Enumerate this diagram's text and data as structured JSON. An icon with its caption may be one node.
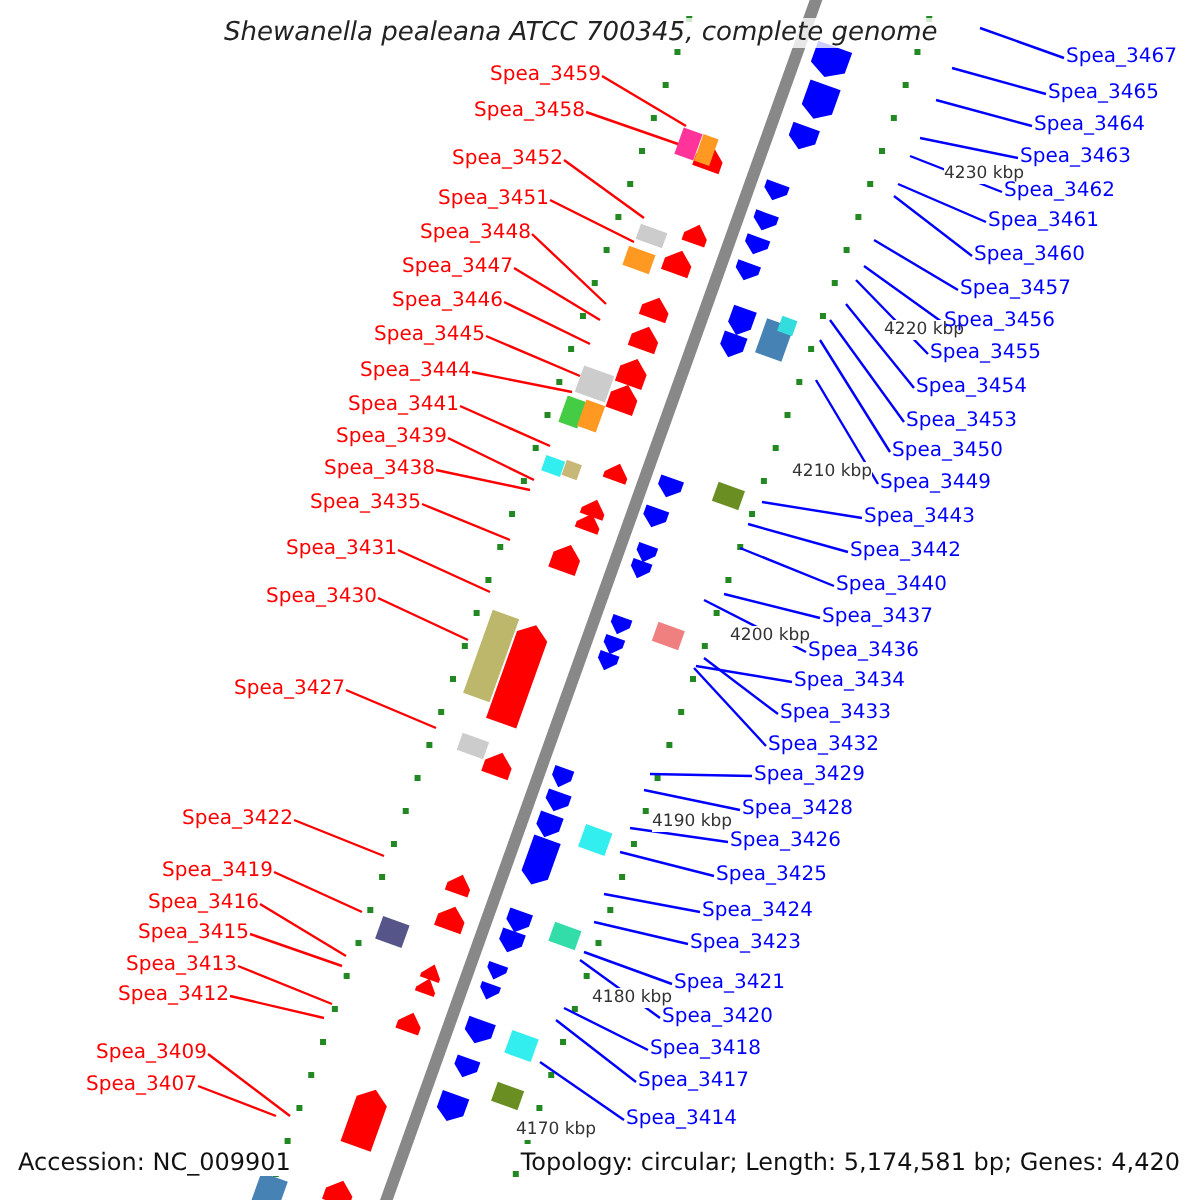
{
  "diagram": {
    "title": "Shewanella pealeana ATCC 700345, complete genome",
    "nodes": [
      {
        "text": [
          "Spea_3459"
        ]
      },
      {
        "text": [
          "Spea_3458"
        ]
      },
      {
        "text": [
          "Spea_3452"
        ]
      },
      {
        "text": [
          "Spea_3451"
        ]
      },
      {
        "text": [
          "Spea_3448"
        ]
      },
      {
        "text": [
          "Spea_3447"
        ]
      },
      {
        "text": [
          "Spea_3446"
        ]
      },
      {
        "text": [
          "Spea_3445"
        ]
      },
      {
        "text": [
          "Spea_3444"
        ]
      },
      {
        "text": [
          "Spea_3441"
        ]
      },
      {
        "text": [
          "Spea_3439"
        ]
      },
      {
        "text": [
          "Spea_3438"
        ]
      },
      {
        "text": [
          "Spea_3435"
        ]
      },
      {
        "text": [
          "Spea_3431"
        ]
      },
      {
        "text": [
          "Spea_3430"
        ]
      },
      {
        "text": [
          "Spea_3427"
        ]
      },
      {
        "text": [
          "Spea_3422"
        ]
      },
      {
        "text": [
          "Spea_3419"
        ]
      },
      {
        "text": [
          "Spea_3416"
        ]
      },
      {
        "text": [
          "Spea_3415"
        ]
      },
      {
        "text": [
          "Spea_3413"
        ]
      },
      {
        "text": [
          "Spea_3412"
        ]
      },
      {
        "text": [
          "Spea_3409"
        ]
      },
      {
        "text": [
          "Spea_3407"
        ]
      },
      {
        "text": [
          "Spea_3467"
        ]
      },
      {
        "text": [
          "Spea_3465"
        ]
      },
      {
        "text": [
          "Spea_3464"
        ]
      },
      {
        "text": [
          "Spea_3463"
        ]
      },
      {
        "text": [
          "Spea_3462"
        ]
      },
      {
        "text": [
          "Spea_3461"
        ]
      },
      {
        "text": [
          "Spea_3460"
        ]
      },
      {
        "text": [
          "Spea_3457"
        ]
      },
      {
        "text": [
          "Spea_3456"
        ]
      },
      {
        "text": [
          "Spea_3455"
        ]
      },
      {
        "text": [
          "Spea_3454"
        ]
      },
      {
        "text": [
          "Spea_3453"
        ]
      },
      {
        "text": [
          "Spea_3450"
        ]
      },
      {
        "text": [
          "Spea_3449"
        ]
      },
      {
        "text": [
          "Spea_3443"
        ]
      },
      {
        "text": [
          "Spea_3442"
        ]
      },
      {
        "text": [
          "Spea_3440"
        ]
      },
      {
        "text": [
          "Spea_3437"
        ]
      },
      {
        "text": [
          "Spea_3436"
        ]
      },
      {
        "text": [
          "Spea_3434"
        ]
      },
      {
        "text": [
          "Spea_3433"
        ]
      },
      {
        "text": [
          "Spea_3432"
        ]
      },
      {
        "text": [
          "Spea_3429"
        ]
      },
      {
        "text": [
          "Spea_3428"
        ]
      },
      {
        "text": [
          "Spea_3426"
        ]
      },
      {
        "text": [
          "Spea_3425"
        ]
      },
      {
        "text": [
          "Spea_3424"
        ]
      },
      {
        "text": [
          "Spea_3423"
        ]
      },
      {
        "text": [
          "Spea_3421"
        ]
      },
      {
        "text": [
          "Spea_3420"
        ]
      },
      {
        "text": [
          "Spea_3418"
        ]
      },
      {
        "text": [
          "Spea_3417"
        ]
      },
      {
        "text": [
          "Spea_3414"
        ]
      }
    ],
    "edges": [
      {
        "from": 0,
        "to": null,
        "arrow": "none",
        "color": "#ff0000"
      },
      {
        "from": 1,
        "to": null,
        "arrow": "none",
        "color": "#ff0000"
      },
      {
        "from": 2,
        "to": null,
        "arrow": "none",
        "color": "#ff0000"
      },
      {
        "from": 3,
        "to": null,
        "arrow": "none",
        "color": "#ff0000"
      },
      {
        "from": 4,
        "to": null,
        "arrow": "none",
        "color": "#ff0000"
      },
      {
        "from": 5,
        "to": null,
        "arrow": "none",
        "color": "#ff0000"
      },
      {
        "from": 6,
        "to": null,
        "arrow": "none",
        "color": "#ff0000"
      },
      {
        "from": 7,
        "to": null,
        "arrow": "none",
        "color": "#ff0000"
      },
      {
        "from": 8,
        "to": null,
        "arrow": "none",
        "color": "#ff0000"
      },
      {
        "from": 9,
        "to": null,
        "arrow": "none",
        "color": "#ff0000"
      },
      {
        "from": 10,
        "to": null,
        "arrow": "none",
        "color": "#ff0000"
      },
      {
        "from": 11,
        "to": null,
        "arrow": "none",
        "color": "#ff0000"
      },
      {
        "from": 12,
        "to": null,
        "arrow": "none",
        "color": "#ff0000"
      },
      {
        "from": 13,
        "to": null,
        "arrow": "none",
        "color": "#ff0000"
      },
      {
        "from": 14,
        "to": null,
        "arrow": "none",
        "color": "#ff0000"
      },
      {
        "from": 15,
        "to": null,
        "arrow": "none",
        "color": "#ff0000"
      },
      {
        "from": 16,
        "to": null,
        "arrow": "none",
        "color": "#ff0000"
      },
      {
        "from": 17,
        "to": null,
        "arrow": "none",
        "color": "#ff0000"
      },
      {
        "from": 18,
        "to": null,
        "arrow": "none",
        "color": "#ff0000"
      },
      {
        "from": 19,
        "to": null,
        "arrow": "none",
        "color": "#ff0000"
      },
      {
        "from": 20,
        "to": null,
        "arrow": "none",
        "color": "#ff0000"
      },
      {
        "from": 21,
        "to": null,
        "arrow": "none",
        "color": "#ff0000"
      },
      {
        "from": 22,
        "to": null,
        "arrow": "none",
        "color": "#ff0000"
      },
      {
        "from": 23,
        "to": null,
        "arrow": "none",
        "color": "#ff0000"
      },
      {
        "from": 24,
        "to": null,
        "arrow": "none"
      },
      {
        "from": 25,
        "to": null,
        "arrow": "none"
      },
      {
        "from": 26,
        "to": null,
        "arrow": "none"
      },
      {
        "from": 27,
        "to": null,
        "arrow": "none"
      },
      {
        "from": 28,
        "to": null,
        "arrow": "none"
      },
      {
        "from": 29,
        "to": null,
        "arrow": "none"
      },
      {
        "from": 30,
        "to": null,
        "arrow": "none"
      },
      {
        "from": 31,
        "to": null,
        "arrow": "none"
      },
      {
        "from": 32,
        "to": null,
        "arrow": "none"
      },
      {
        "from": 33,
        "to": null,
        "arrow": "none"
      },
      {
        "from": 34,
        "to": null,
        "arrow": "none"
      },
      {
        "from": 35,
        "to": null,
        "arrow": "none"
      },
      {
        "from": 36,
        "to": null,
        "arrow": "none"
      },
      {
        "from": 37,
        "to": null,
        "arrow": "none"
      },
      {
        "from": 38,
        "to": null,
        "arrow": "none"
      },
      {
        "from": 39,
        "to": null,
        "arrow": "none"
      },
      {
        "from": 40,
        "to": null,
        "arrow": "none"
      },
      {
        "from": 41,
        "to": null,
        "arrow": "none"
      },
      {
        "from": 42,
        "to": null,
        "arrow": "none"
      },
      {
        "from": 43,
        "to": null,
        "arrow": "none"
      },
      {
        "from": 44,
        "to": null,
        "arrow": "none"
      },
      {
        "from": 45,
        "to": null,
        "arrow": "none"
      },
      {
        "from": 46,
        "to": null,
        "arrow": "none"
      },
      {
        "from": 47,
        "to": null,
        "arrow": "none"
      },
      {
        "from": 48,
        "to": null,
        "arrow": "none"
      },
      {
        "from": 49,
        "to": null,
        "arrow": "none"
      },
      {
        "from": 50,
        "to": null,
        "arrow": "none"
      },
      {
        "from": 51,
        "to": null,
        "arrow": "none"
      },
      {
        "from": 52,
        "to": null,
        "arrow": "none"
      },
      {
        "from": 53,
        "to": null,
        "arrow": "none"
      },
      {
        "from": 54,
        "to": null,
        "arrow": "none"
      },
      {
        "from": 55,
        "to": null,
        "arrow": "none"
      },
      {
        "from": 56,
        "to": null,
        "arrow": "none"
      }
    ],
    "labels": [
      "4230 kbp",
      "4220 kbp",
      "4210 kbp",
      "4200 kbp",
      "4190 kbp",
      "4180 kbp",
      "4170 kbp",
      "Accession: NC_009901",
      "Topology: circular; Length: 5,174,581 bp; Genes: 4,420"
    ]
  }
}
